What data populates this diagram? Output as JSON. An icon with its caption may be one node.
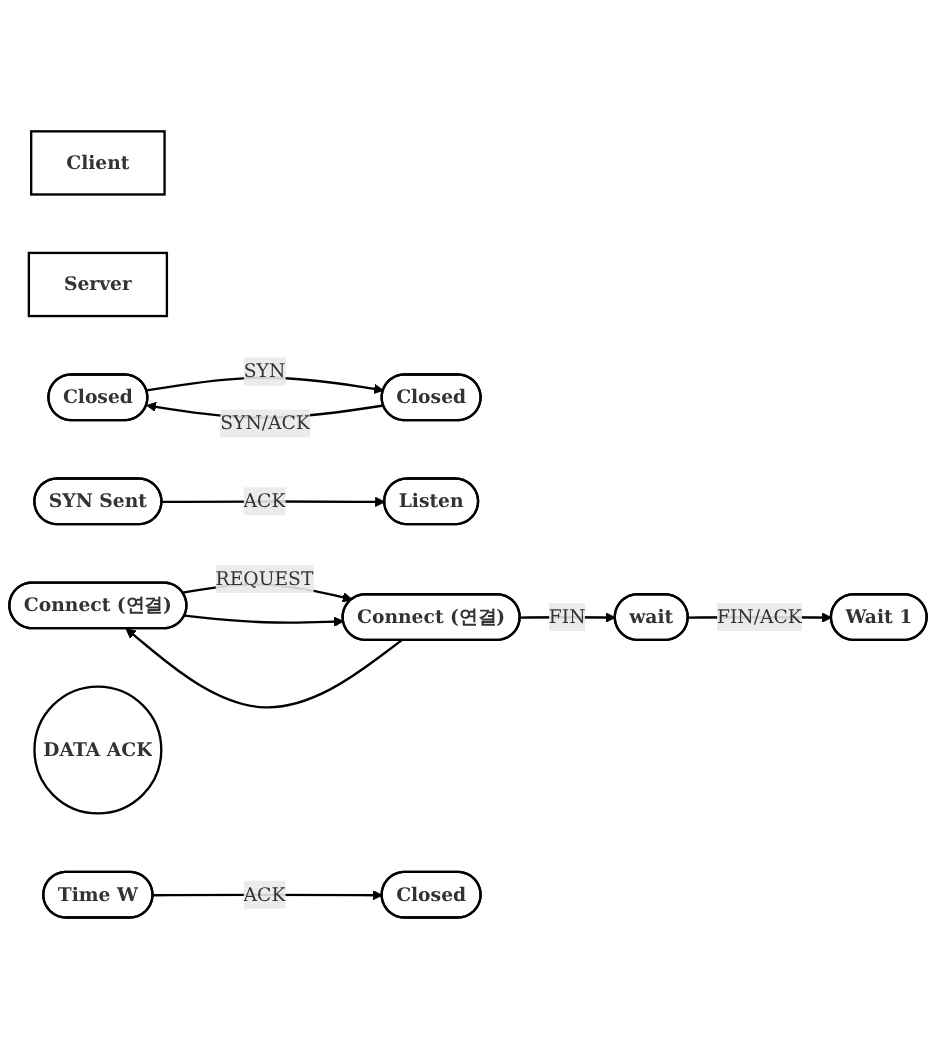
{
  "diagram": {
    "nodes": [
      {
        "text": [
          "Client"
        ]
      },
      {
        "text": [
          "Server"
        ]
      },
      {
        "text": [
          "Closed"
        ]
      },
      {
        "text": [
          "Closed"
        ]
      },
      {
        "text": [
          "SYN Sent"
        ]
      },
      {
        "text": [
          "Listen"
        ]
      },
      {
        "text": [
          "Connect (연결)"
        ]
      },
      {
        "text": [
          "Connect (연결)"
        ]
      },
      {
        "text": [
          "DATA ACK"
        ]
      },
      {
        "text": [
          "wait"
        ]
      },
      {
        "text": [
          "Wait 1"
        ]
      },
      {
        "text": [
          "Closed"
        ]
      },
      {
        "text": [
          "Time W"
        ]
      }
    ],
    "edges": [
      {
        "from": 2,
        "to": 3,
        "label": "SYN",
        "arrow": "to"
      },
      {
        "from": 3,
        "to": 2,
        "label": "SYN/ACK",
        "arrow": "to"
      },
      {
        "from": 4,
        "to": 5,
        "label": "ACK",
        "arrow": "to"
      },
      {
        "from": 6,
        "to": 7,
        "label": "REQUEST",
        "arrow": "to"
      },
      {
        "from": 7,
        "to": 6,
        "arrow": "to"
      },
      {
        "from": 6,
        "to": 7,
        "arrow": "to"
      },
      {
        "from": 7,
        "to": 9,
        "label": "FIN",
        "arrow": "to"
      },
      {
        "from": 9,
        "to": 10,
        "label": "FIN/ACK",
        "arrow": "to"
      },
      {
        "from": 12,
        "to": 11,
        "label": "ACK",
        "arrow": "to"
      }
    ]
  }
}
